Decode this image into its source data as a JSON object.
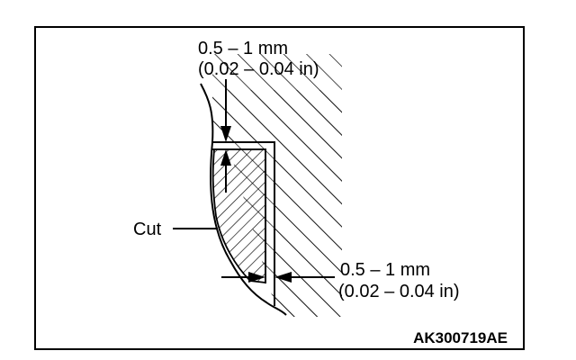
{
  "labels": {
    "top_dimension_line1": "0.5 – 1 mm",
    "top_dimension_line2": "(0.02 – 0.04 in)",
    "cut": "Cut",
    "bottom_dimension_line1": "0.5 – 1 mm",
    "bottom_dimension_line2": "(0.02 – 0.04 in)",
    "figure_code": "AK300719AE"
  },
  "colors": {
    "line": "#000000",
    "background": "#ffffff"
  }
}
